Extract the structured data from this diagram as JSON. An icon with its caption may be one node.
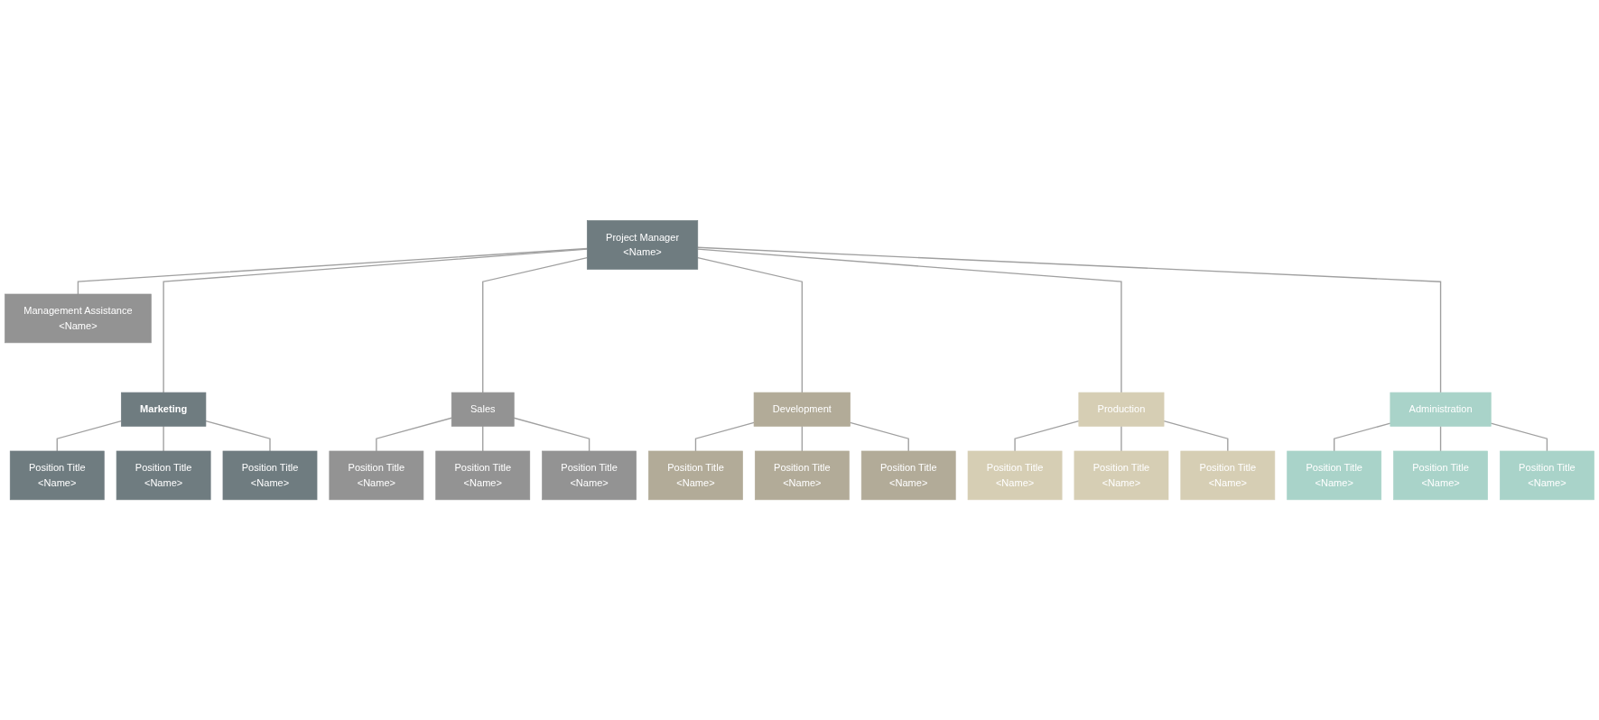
{
  "diagram": {
    "nodes": [
      {
        "text": [
          "Project Manager",
          "<Name>"
        ]
      },
      {
        "text": [
          "Management Assistance",
          "<Name>"
        ]
      },
      {
        "text": [
          "Marketing"
        ]
      },
      {
        "text": [
          "Sales"
        ]
      },
      {
        "text": [
          "Development"
        ]
      },
      {
        "text": [
          "Production"
        ]
      },
      {
        "text": [
          "Administration"
        ]
      },
      {
        "text": [
          "Position Title",
          "<Name>"
        ]
      },
      {
        "text": [
          "Position Title",
          "<Name>"
        ]
      },
      {
        "text": [
          "Position Title",
          "<Name>"
        ]
      },
      {
        "text": [
          "Position Title",
          "<Name>"
        ]
      },
      {
        "text": [
          "Position Title",
          "<Name>"
        ]
      },
      {
        "text": [
          "Position Title",
          "<Name>"
        ]
      },
      {
        "text": [
          "Position Title",
          "<Name>"
        ]
      },
      {
        "text": [
          "Position Title",
          "<Name>"
        ]
      },
      {
        "text": [
          "Position Title",
          "<Name>"
        ]
      },
      {
        "text": [
          "Position Title",
          "<Name>"
        ]
      },
      {
        "text": [
          "Position Title",
          "<Name>"
        ]
      },
      {
        "text": [
          "Position Title",
          "<Name>"
        ]
      },
      {
        "text": [
          "Position Title",
          "<Name>"
        ]
      },
      {
        "text": [
          "Position Title",
          "<Name>"
        ]
      },
      {
        "text": [
          "Position Title",
          "<Name>"
        ]
      }
    ],
    "edges": [
      {
        "from": 0,
        "to": 1,
        "arrow": "none"
      },
      {
        "from": 0,
        "to": 2,
        "arrow": "none"
      },
      {
        "from": 0,
        "to": 3,
        "arrow": "none"
      },
      {
        "from": 0,
        "to": 4,
        "arrow": "none"
      },
      {
        "from": 0,
        "to": 5,
        "arrow": "none"
      },
      {
        "from": 0,
        "to": 6,
        "arrow": "none"
      },
      {
        "from": 2,
        "to": 7,
        "arrow": "none"
      },
      {
        "from": 2,
        "to": 8,
        "arrow": "none"
      },
      {
        "from": 2,
        "to": 9,
        "arrow": "none"
      },
      {
        "from": 3,
        "to": 10,
        "arrow": "none"
      },
      {
        "from": 3,
        "to": 11,
        "arrow": "none"
      },
      {
        "from": 3,
        "to": 12,
        "arrow": "none"
      },
      {
        "from": 4,
        "to": 13,
        "arrow": "none"
      },
      {
        "from": 4,
        "to": 14,
        "arrow": "none"
      },
      {
        "from": 4,
        "to": 15,
        "arrow": "none"
      },
      {
        "from": 5,
        "to": 16,
        "arrow": "none"
      },
      {
        "from": 5,
        "to": 17,
        "arrow": "none"
      },
      {
        "from": 5,
        "to": 18,
        "arrow": "none"
      },
      {
        "from": 6,
        "to": 19,
        "arrow": "none"
      },
      {
        "from": 6,
        "to": 20,
        "arrow": "none"
      },
      {
        "from": 6,
        "to": 21,
        "arrow": "none"
      }
    ]
  }
}
